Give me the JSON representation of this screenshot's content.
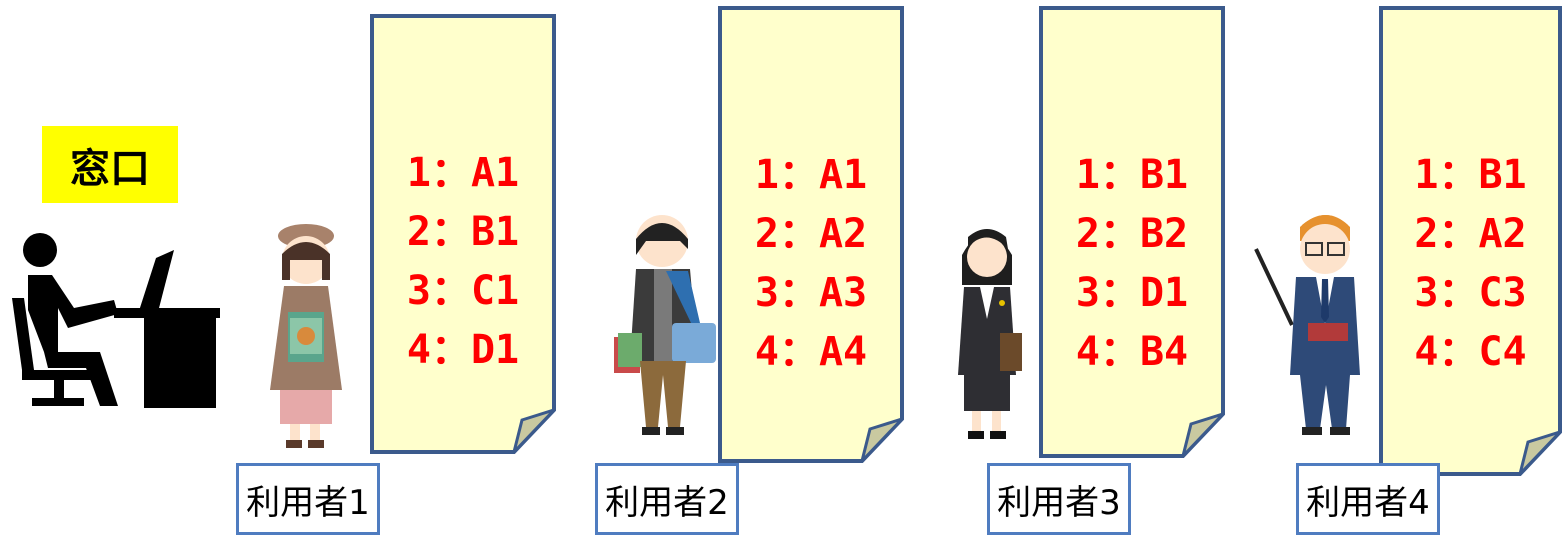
{
  "window": {
    "label": "窓口"
  },
  "users": [
    {
      "label": "利用者1",
      "entries": [
        "1：A1",
        "2：B1",
        "3：C1",
        "4：D1"
      ]
    },
    {
      "label": "利用者2",
      "entries": [
        "1：A1",
        "2：A2",
        "3：A3",
        "4：A4"
      ]
    },
    {
      "label": "利用者3",
      "entries": [
        "1：B1",
        "2：B2",
        "3：D1",
        "4：B4"
      ]
    },
    {
      "label": "利用者4",
      "entries": [
        "1：B1",
        "2：A2",
        "3：C3",
        "4：C4"
      ]
    }
  ],
  "colors": {
    "note_fill": "#ffffcc",
    "note_border": "#3b5a8c",
    "entry_text": "#ff0000",
    "window_label_bg": "#ffff00",
    "user_label_border": "#4f7cc0"
  },
  "icons": [
    "desk-worker-icon",
    "user-1-figure",
    "user-2-figure",
    "user-3-figure",
    "user-4-figure"
  ]
}
